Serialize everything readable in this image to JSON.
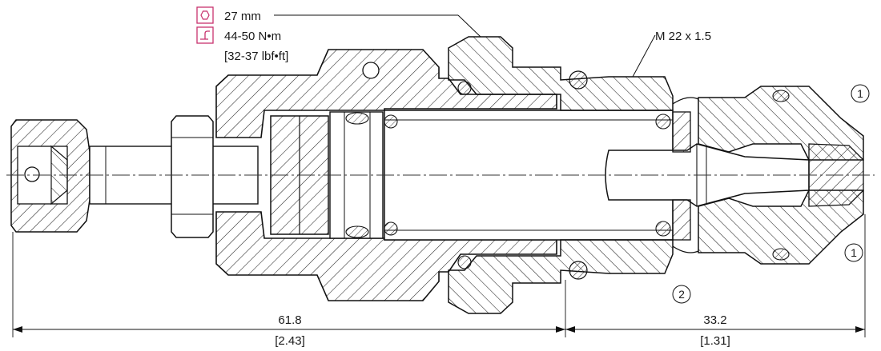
{
  "specs": {
    "hex_icon": "hex-wrench-icon",
    "hex_size": "27 mm",
    "torque_icon": "torque-wrench-icon",
    "torque_nm": "44-50 N•m",
    "torque_lbf": "[32-37 lbf•ft]",
    "icon_color": "#c8336e"
  },
  "callouts": {
    "thread": "M 22 x 1.5",
    "balloon_1_top": "1",
    "balloon_1_bottom": "1",
    "balloon_2": "2"
  },
  "dimensions": {
    "left_mm": "61.8",
    "left_in": "[2.43]",
    "right_mm": "33.2",
    "right_in": "[1.31]"
  }
}
